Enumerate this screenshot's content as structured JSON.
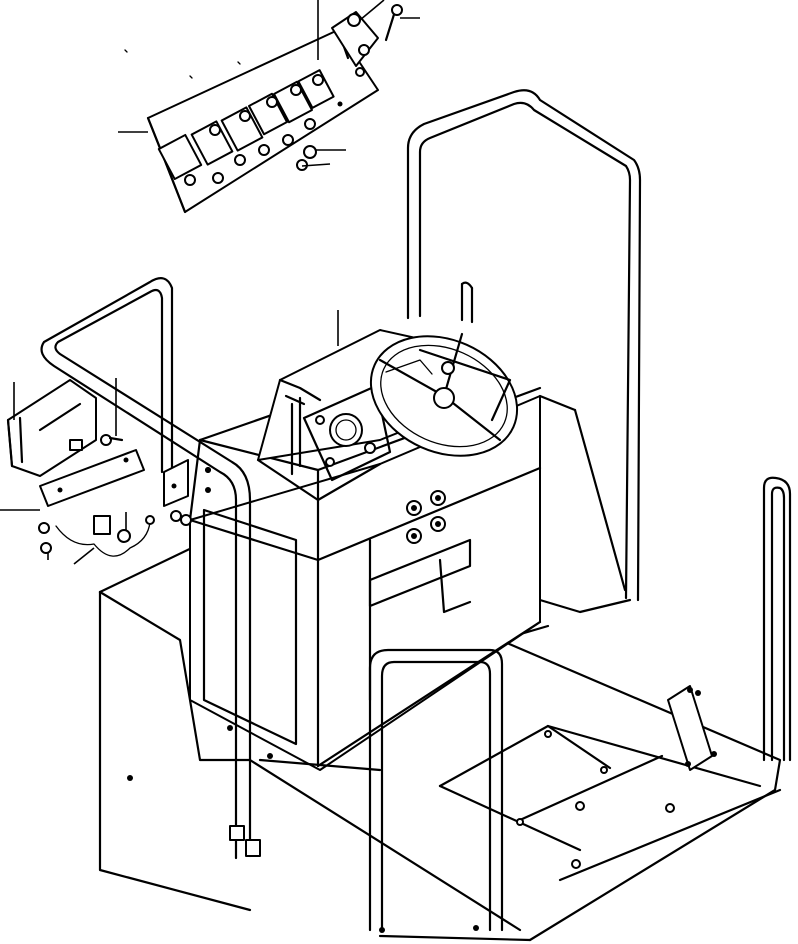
{
  "diagram": {
    "callouts": [
      {
        "id": "top-relay-nut"
      },
      {
        "id": "top-relay-bolt"
      },
      {
        "id": "relay-bracket"
      },
      {
        "id": "relay-panel"
      },
      {
        "id": "relay-nut-1"
      },
      {
        "id": "relay-nut-2"
      },
      {
        "id": "instrument-console"
      },
      {
        "id": "work-lamp"
      },
      {
        "id": "lamp-bolt"
      },
      {
        "id": "lamp-bracket"
      },
      {
        "id": "lamp-nut"
      },
      {
        "id": "lamp-harness"
      },
      {
        "id": "lamp-switch"
      }
    ]
  }
}
